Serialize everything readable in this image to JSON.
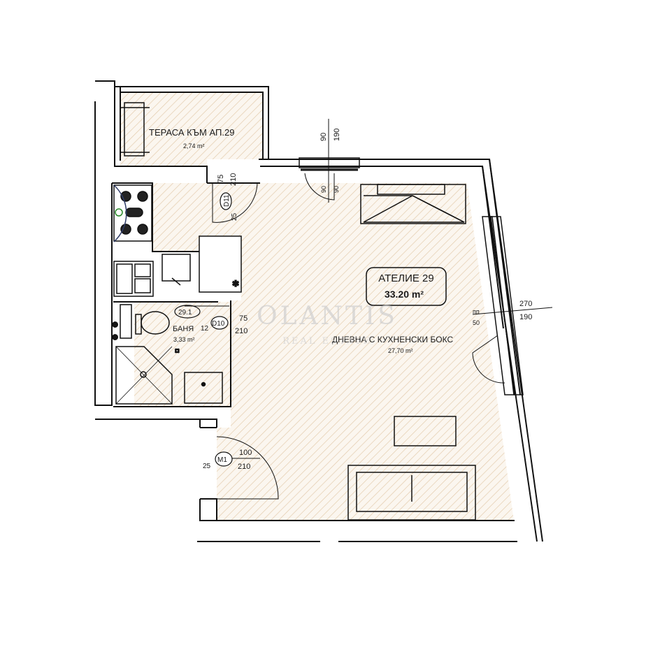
{
  "apartment": {
    "name": "АТЕЛИЕ 29",
    "area": "33.20  m²"
  },
  "rooms": {
    "terrace": {
      "label": "ТЕРАСА КЪМ АП.29",
      "area": "2,74 m²"
    },
    "bathroom": {
      "label": "БАНЯ",
      "area": "3,33 m²"
    },
    "living": {
      "label": "ДНЕВНА С КУХНЕНСКИ БОКС",
      "area": "27,70 m²"
    }
  },
  "doors": {
    "d11": {
      "tag": "D11",
      "width": "75",
      "height": "210",
      "offset": "25"
    },
    "d10": {
      "tag": "D10",
      "width": "75",
      "height": "210",
      "offset": "12",
      "note": "29.1"
    },
    "m1": {
      "tag": "M1",
      "width": "100",
      "height": "210",
      "offset": "25"
    }
  },
  "windows": {
    "top": {
      "width": "90",
      "height": "190",
      "sill": "90",
      "parapet": "90"
    },
    "right": {
      "width": "270",
      "height": "190",
      "sill": "50",
      "code": "пп"
    }
  },
  "watermark": {
    "text": "OLANTIS",
    "subtext": "REAL ESTATE"
  }
}
